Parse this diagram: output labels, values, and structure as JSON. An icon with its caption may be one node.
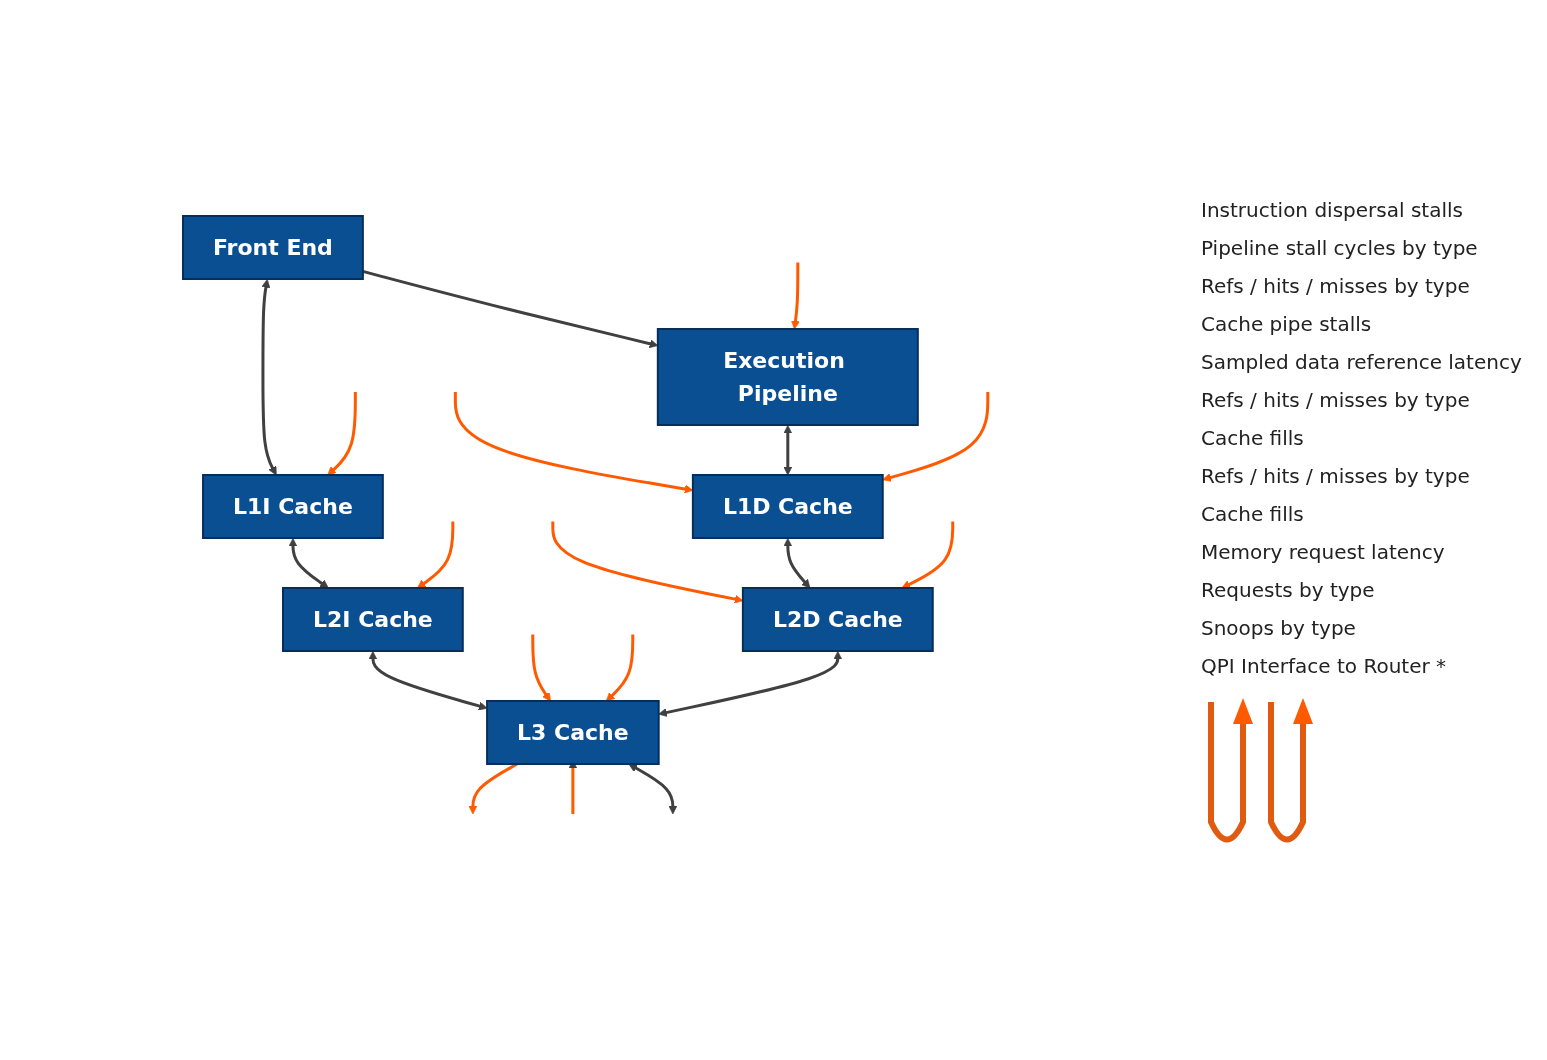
{
  "diagram": {
    "nodes": [
      {
        "text": [
          "Front End"
        ]
      },
      {
        "text": [
          "Execution Pipeline"
        ]
      },
      {
        "text": [
          "L1I Cache"
        ]
      },
      {
        "text": [
          "L1D Cache"
        ]
      },
      {
        "text": [
          "L2I Cache"
        ]
      },
      {
        "text": [
          "L2D Cache"
        ]
      },
      {
        "text": [
          "L3 Cache"
        ]
      }
    ],
    "edges": [
      {
        "from": 0,
        "to": 1,
        "arrow": "to",
        "color": "#404040"
      },
      {
        "from": null,
        "to": 1,
        "arrow": "to"
      },
      {
        "from": 0,
        "to": 2,
        "arrow": "both",
        "color": "#404040"
      },
      {
        "from": null,
        "to": 2,
        "arrow": "to"
      },
      {
        "from": null,
        "to": 3,
        "arrow": "to"
      },
      {
        "from": 1,
        "to": 3,
        "arrow": "both",
        "color": "#404040"
      },
      {
        "from": 2,
        "to": 4,
        "arrow": "both",
        "color": "#404040"
      },
      {
        "from": null,
        "to": 4,
        "arrow": "to"
      },
      {
        "from": null,
        "to": 5,
        "arrow": "to"
      },
      {
        "from": 3,
        "to": 5,
        "arrow": "both",
        "color": "#404040"
      },
      {
        "from": null,
        "to": 3,
        "arrow": "to"
      },
      {
        "from": 4,
        "to": 6,
        "arrow": "both",
        "color": "#404040"
      },
      {
        "from": null,
        "to": 6,
        "arrow": "to"
      },
      {
        "from": null,
        "to": 6,
        "arrow": "to"
      },
      {
        "from": 5,
        "to": 6,
        "arrow": "both",
        "color": "#404040"
      },
      {
        "from": null,
        "to": 5,
        "arrow": "to"
      },
      {
        "from": 6,
        "to": null,
        "arrow": "to"
      },
      {
        "from": null,
        "to": 6,
        "arrow": "to"
      },
      {
        "from": 6,
        "to": null,
        "arrow": "both",
        "color": "#404040"
      }
    ],
    "labels": [
      "Instruction dispersal stalls",
      "Pipeline stall cycles by type",
      "Refs / hits / misses by type",
      "Cache pipe stalls",
      "Sampled data reference latency",
      "Refs / hits / misses by type",
      "Cache fills",
      "Refs / hits / misses by type",
      "Cache fills",
      "Memory request latency",
      "Requests by type",
      "Snoops by type",
      "QPI Interface to Router *"
    ]
  }
}
